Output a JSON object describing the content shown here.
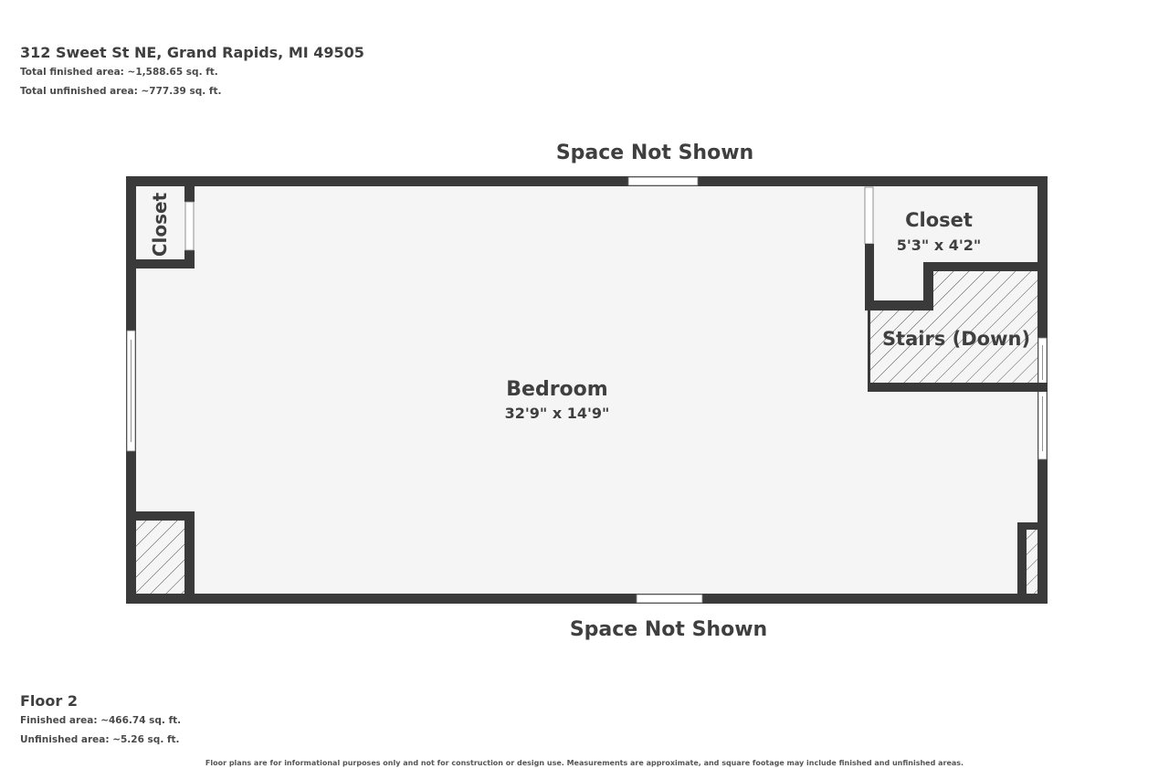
{
  "header": {
    "address": "312 Sweet St NE, Grand Rapids, MI 49505",
    "total_finished": "Total finished area: ~1,588.65 sq. ft.",
    "total_unfinished": "Total unfinished area: ~777.39 sq. ft."
  },
  "plan": {
    "space_top": "Space Not Shown",
    "space_bottom": "Space Not Shown",
    "rooms": {
      "bedroom": {
        "name": "Bedroom",
        "dims": "32'9\" x 14'9\""
      },
      "closet_right": {
        "name": "Closet",
        "dims": "5'3\" x 4'2\""
      },
      "closet_left": {
        "name": "Closet"
      },
      "stairs": {
        "name": "Stairs (Down)"
      }
    },
    "colors": {
      "wall": "#3a3a3a",
      "floor": "#f5f5f5",
      "hatch": "#555555"
    }
  },
  "floor": {
    "title": "Floor 2",
    "finished": "Finished area: ~466.74 sq. ft.",
    "unfinished": "Unfinished area: ~5.26 sq. ft."
  },
  "disclaimer": "Floor plans are for informational purposes only and not for construction or design use. Measurements are approximate, and square footage may include finished and unfinished areas."
}
